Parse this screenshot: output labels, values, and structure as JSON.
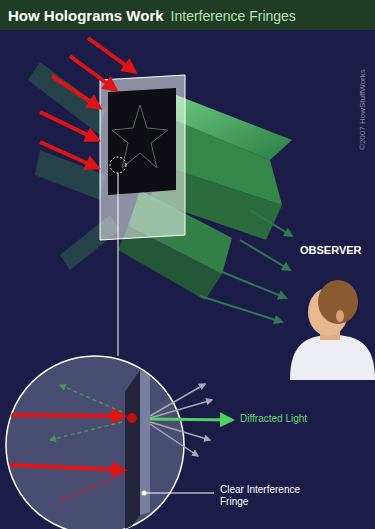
{
  "diagram": {
    "title": "How Holograms Work",
    "labels": [
      "Interference Fringes",
      "OBSERVER",
      "Diffracted Light",
      "Clear Interference Fringe",
      "©2007 HowStuffWorks"
    ]
  }
}
